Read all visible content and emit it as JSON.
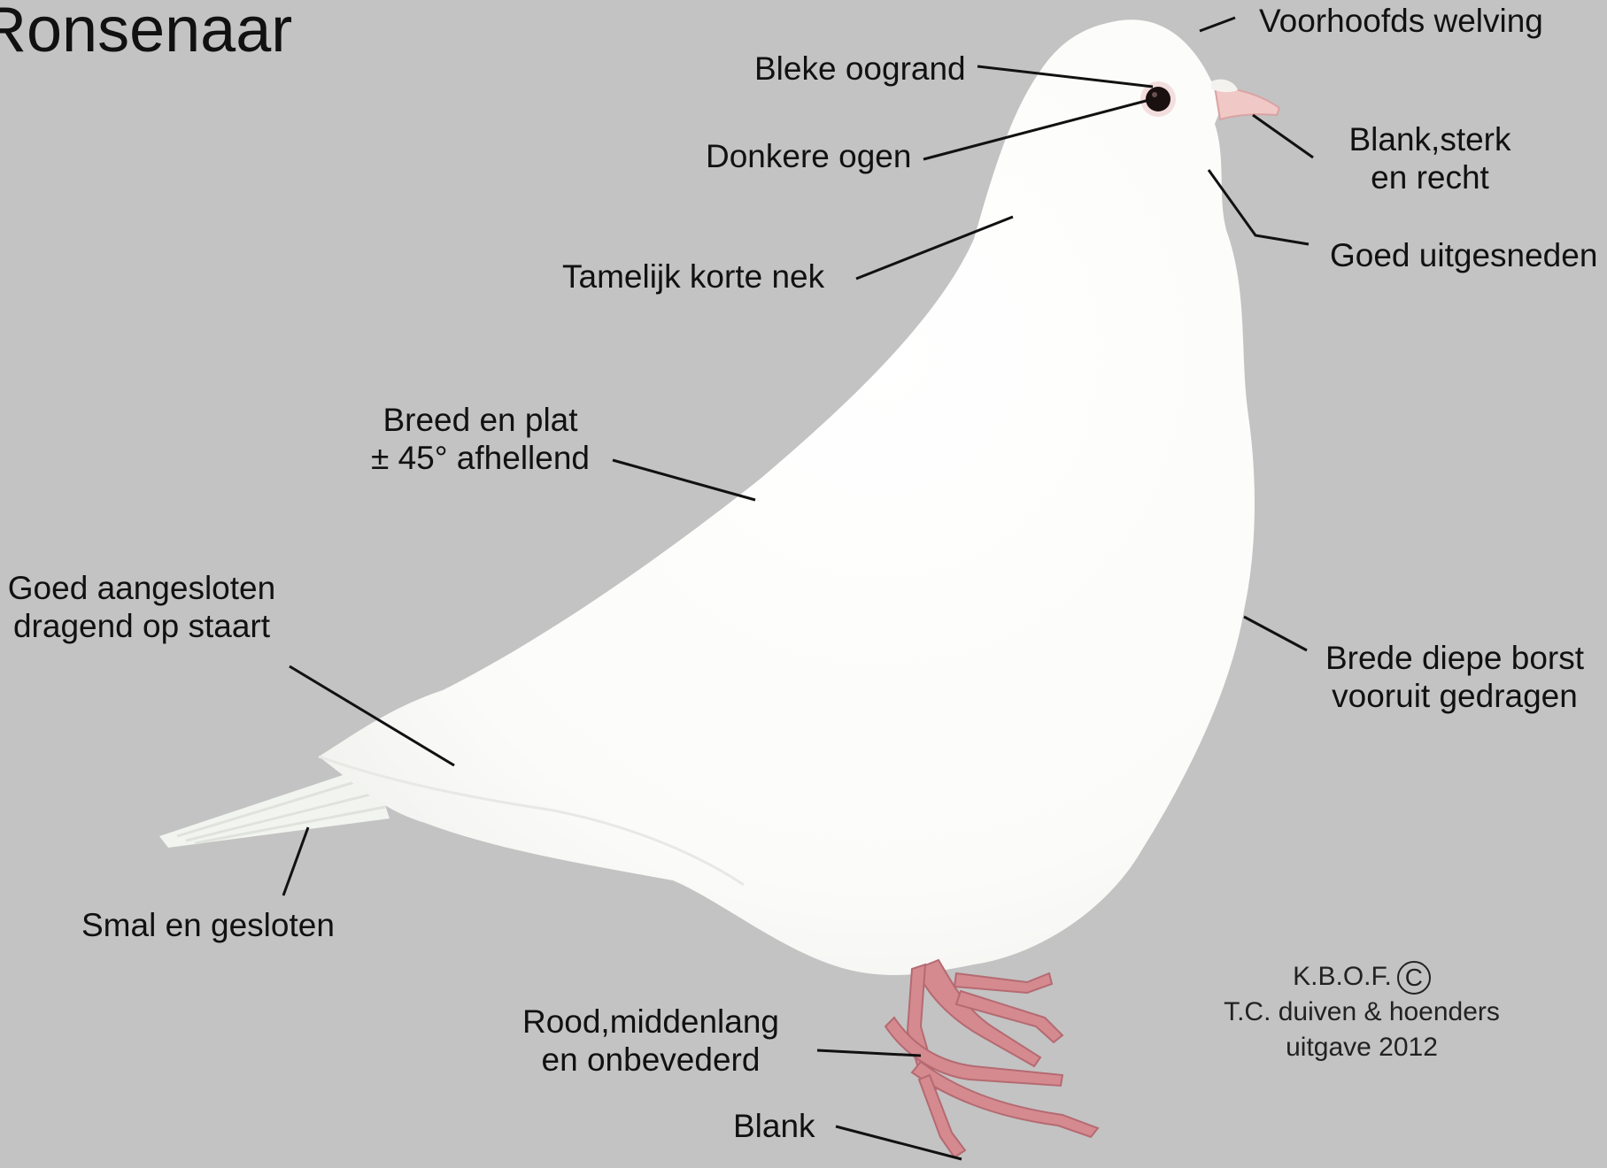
{
  "title": "Ronsenaar",
  "labels": {
    "forehead": [
      "Voorhoofds welving"
    ],
    "eye_ring": [
      "Bleke oogrand"
    ],
    "eyes": [
      "Donkere ogen"
    ],
    "beak": [
      "Blank,sterk",
      "en recht"
    ],
    "throat": [
      "Goed uitgesneden"
    ],
    "neck": [
      "Tamelijk korte nek"
    ],
    "back": [
      "Breed en plat",
      "± 45° afhellend"
    ],
    "wings": [
      "Goed aangesloten",
      "dragend op staart"
    ],
    "tail": [
      "Smal en gesloten"
    ],
    "breast": [
      "Brede diepe borst",
      "vooruit gedragen"
    ],
    "legs": [
      "Rood,middenlang",
      "en onbevederd"
    ],
    "nails": [
      "Blank"
    ]
  },
  "credit": {
    "org": "K.B.O.F.",
    "copyright_symbol": "C",
    "line2": "T.C. duiven & hoenders",
    "line3": "uitgave 2012"
  },
  "colors": {
    "background": "#c3c3c3",
    "bird": "#fafaf8",
    "feet": "#d48a8f",
    "eye": "#1a1010",
    "beak": "#f0c8c6",
    "leader_lines": "#111111"
  }
}
